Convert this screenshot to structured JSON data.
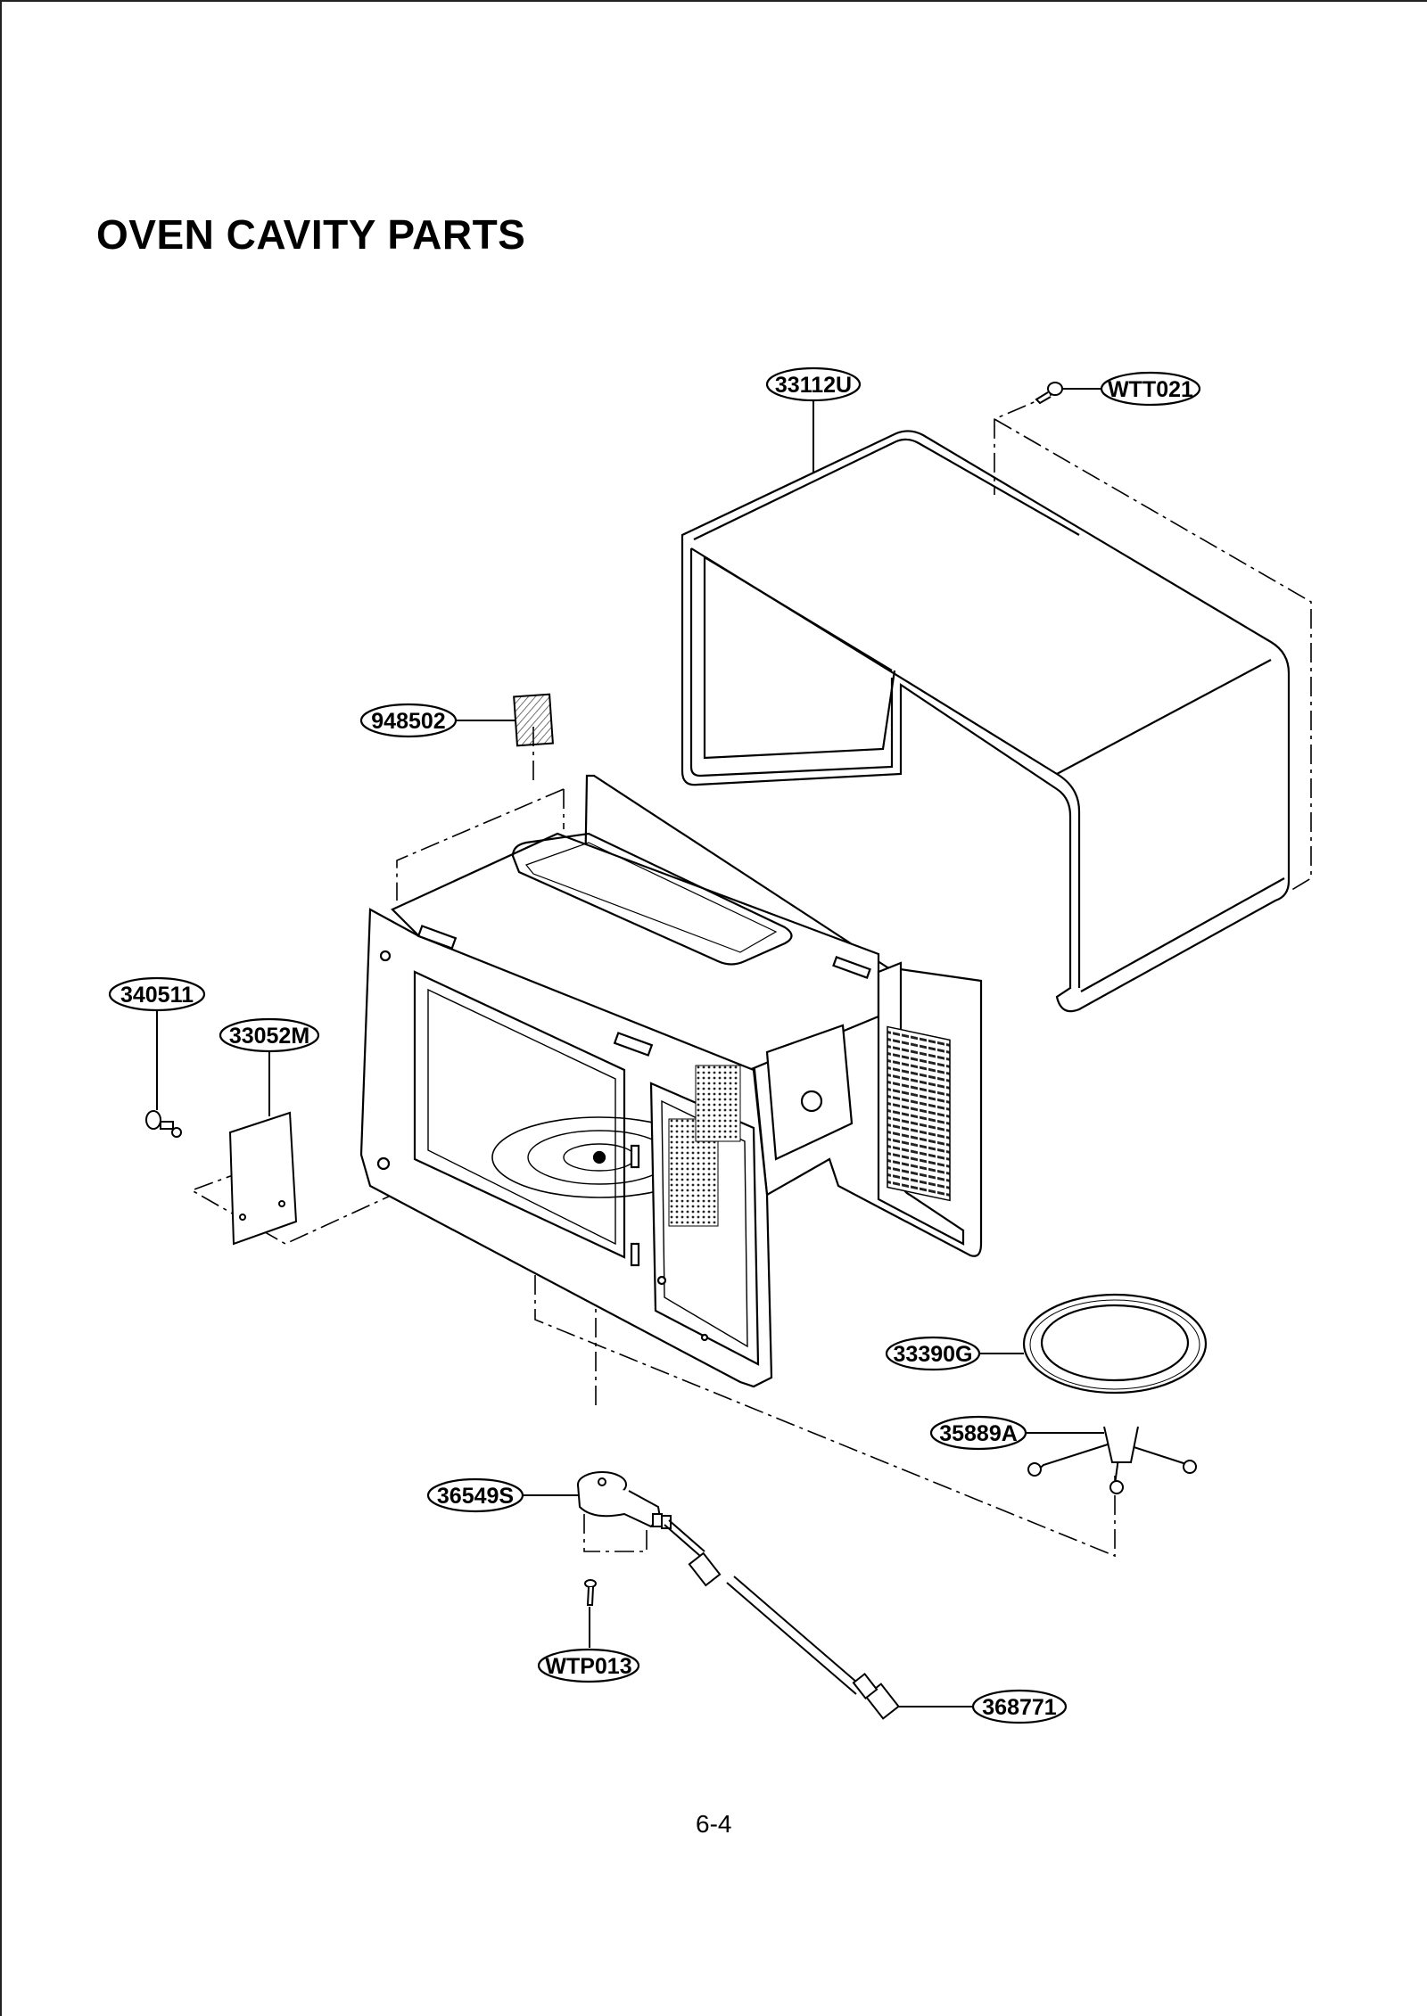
{
  "page": {
    "title": "OVEN CAVITY PARTS",
    "page_number": "6-4"
  },
  "callouts": [
    {
      "id": "33112U"
    },
    {
      "id": "WTT021"
    },
    {
      "id": "948502"
    },
    {
      "id": "340511"
    },
    {
      "id": "33052M"
    },
    {
      "id": "33390G"
    },
    {
      "id": "35889A"
    },
    {
      "id": "36549S"
    },
    {
      "id": "WTP013"
    },
    {
      "id": "368771"
    }
  ]
}
